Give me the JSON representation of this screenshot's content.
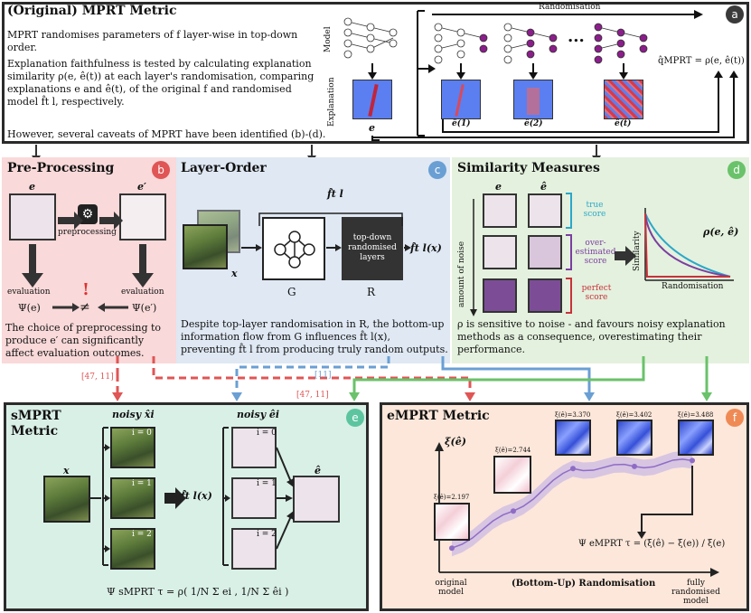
{
  "panel_a": {
    "title": "(Original) MPRT Metric",
    "badge": "a",
    "para1": "MPRT randomises parameters of f layer-wise in top-down order.",
    "para2": "Explanation faithfulness is tested by calculating explanation similarity ρ(e, ê(t)) at each layer's randomisation, comparing explanations e and ê(t), of the original f and randomised model f̂t l, respectively.",
    "para3": "However, several caveats of MPRT have been identified (b)-(d).",
    "randomisation_label": "Randomisation",
    "model_label": "Model",
    "explanation_label": "Explanation",
    "e_label": "e",
    "e1_label": "ê(1)",
    "e2_label": "ê(2)",
    "et_label": "ê(t)",
    "ellipsis": "...",
    "q_formula": "q̂MPRT = ρ(e, ê(t))"
  },
  "panel_b": {
    "title": "Pre-Processing",
    "badge": "b",
    "e_label": "e",
    "e_prime_label": "e′",
    "preprocessing_label": "preprocessing",
    "evaluation_left": "evaluation",
    "evaluation_right": "evaluation",
    "psi_e": "Ψ(e)",
    "psi_e_prime": "Ψ(e′)",
    "neq": "≠",
    "exclaim": "!",
    "text": "The choice of preprocessing to produce e′ can significantly affect evaluation outcomes."
  },
  "panel_c": {
    "title": "Layer-Order",
    "badge": "c",
    "f_top": "f̂t l",
    "x_label": "x",
    "g_label": "G",
    "r_label": "R",
    "box_text": "top-down randomised layers",
    "output": "f̂t l(x)",
    "text": "Despite top-layer randomisation in R, the bottom-up information flow from G influences f̂t l(x), preventing f̂t l from producing truly random outputs."
  },
  "panel_d": {
    "title": "Similarity Measures",
    "badge": "d",
    "e_label": "e",
    "e_hat_label": "ê",
    "true_score": "true score",
    "over_score": "over-estimated score",
    "perfect_score": "perfect score",
    "amount_of_noise": "amount of noise",
    "rho": "ρ(e, ê)",
    "similarity": "Similarity",
    "randomisation": "Randomisation",
    "text": "ρ is sensitive to noise - and favours noisy explanation methods as a consequence, overestimating their performance."
  },
  "refs": {
    "ref1": "[47, 11]",
    "ref2": "[11]",
    "ref3": "[47, 11]"
  },
  "panel_e": {
    "title": "sMPRT Metric",
    "badge": "e",
    "noisy_x": "noisy x̂i",
    "noisy_e": "noisy êi",
    "x_label": "x",
    "e_hat": "ê",
    "i0": "i = 0",
    "i1": "i = 1",
    "i2": "i = 2",
    "model": "f̂t l(x)",
    "formula": "Ψ sMPRT τ = ρ( 1/N Σ ei , 1/N Σ êi )"
  },
  "panel_f": {
    "title": "eMPRT Metric",
    "badge": "f",
    "y_label": "ξ(ê)",
    "x_label": "(Bottom-Up)  Randomisation",
    "original": "original model",
    "fully": "fully randomised model",
    "formula": "Ψ eMPRT τ = (ξ(ê) − ξ(e)) / ξ(e)",
    "points": [
      {
        "label": "ξ(ê)=2.197",
        "value": 2.197
      },
      {
        "label": "ξ(ê)=2.744",
        "value": 2.744
      },
      {
        "label": "ξ(ê)=3.370",
        "value": 3.37
      },
      {
        "label": "ξ(ê)=3.402",
        "value": 3.402
      },
      {
        "label": "ξ(ê)=3.488",
        "value": 3.488
      }
    ]
  }
}
